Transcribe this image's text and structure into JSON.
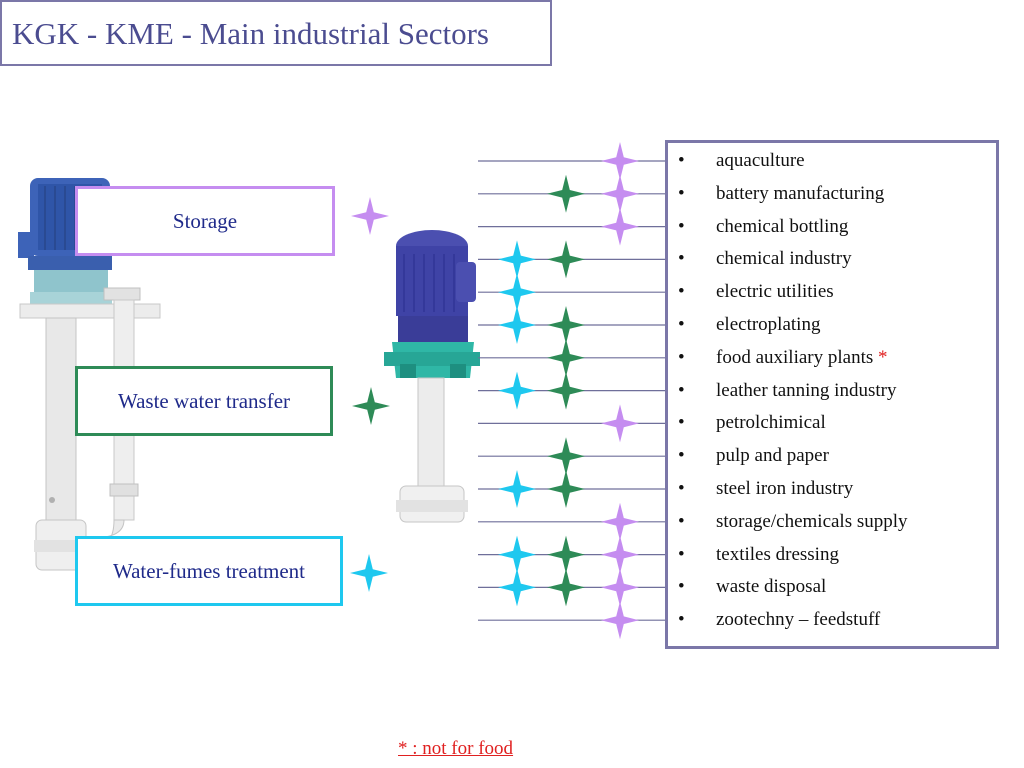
{
  "title": "KGK - KME - Main industrial Sectors",
  "categories": {
    "storage": {
      "label": "Storage",
      "color": "#c58df0"
    },
    "waste": {
      "label": "Waste water transfer",
      "color": "#2e8b57"
    },
    "fumes": {
      "label": "Water-fumes treatment",
      "color": "#1ec8ef"
    }
  },
  "bullet": "•",
  "sectors": [
    {
      "label": "aquaculture",
      "marks": [
        "storage"
      ]
    },
    {
      "label": "battery manufacturing",
      "marks": [
        "waste",
        "storage"
      ]
    },
    {
      "label": "chemical bottling",
      "marks": [
        "storage"
      ]
    },
    {
      "label": "chemical industry",
      "marks": [
        "fumes",
        "waste"
      ]
    },
    {
      "label": "electric utilities",
      "marks": [
        "fumes"
      ]
    },
    {
      "label": "electroplating",
      "marks": [
        "fumes",
        "waste"
      ]
    },
    {
      "label": "food auxiliary plants",
      "asterisk": "*",
      "marks": [
        "waste"
      ]
    },
    {
      "label": "leather tanning industry",
      "marks": [
        "fumes",
        "waste"
      ]
    },
    {
      "label": "petrolchimical",
      "marks": [
        "storage"
      ]
    },
    {
      "label": "pulp and paper",
      "marks": [
        "waste"
      ]
    },
    {
      "label": "steel  iron industry",
      "marks": [
        "fumes",
        "waste"
      ]
    },
    {
      "label": "storage/chemicals supply",
      "marks": [
        "storage"
      ]
    },
    {
      "label": "textiles dressing",
      "marks": [
        "fumes",
        "waste",
        "storage"
      ]
    },
    {
      "label": "waste disposal",
      "marks": [
        "fumes",
        "waste",
        "storage"
      ]
    },
    {
      "label": "zootechny – feedstuff",
      "marks": [
        "storage"
      ]
    }
  ],
  "footnote": "* : not for food"
}
